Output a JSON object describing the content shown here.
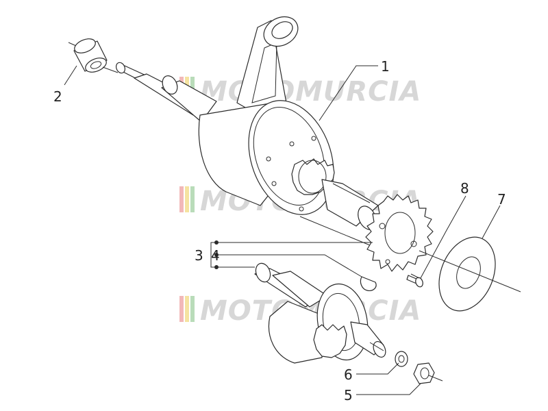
{
  "diagram": {
    "callouts": [
      {
        "id": "1",
        "label": "1"
      },
      {
        "id": "2",
        "label": "2"
      },
      {
        "id": "3",
        "label": "3"
      },
      {
        "id": "4",
        "label": "4"
      },
      {
        "id": "5",
        "label": "5"
      },
      {
        "id": "6",
        "label": "6"
      },
      {
        "id": "7",
        "label": "7"
      },
      {
        "id": "8",
        "label": "8"
      }
    ]
  },
  "watermark": {
    "text": "MOTOMURCIA",
    "stripe_colors": [
      "#f2b8b8",
      "#f5e3a0",
      "#b9dcb9"
    ]
  },
  "colors": {
    "line": "#2a2a2a",
    "watermark": "#d7d7d7",
    "background": "#ffffff"
  }
}
